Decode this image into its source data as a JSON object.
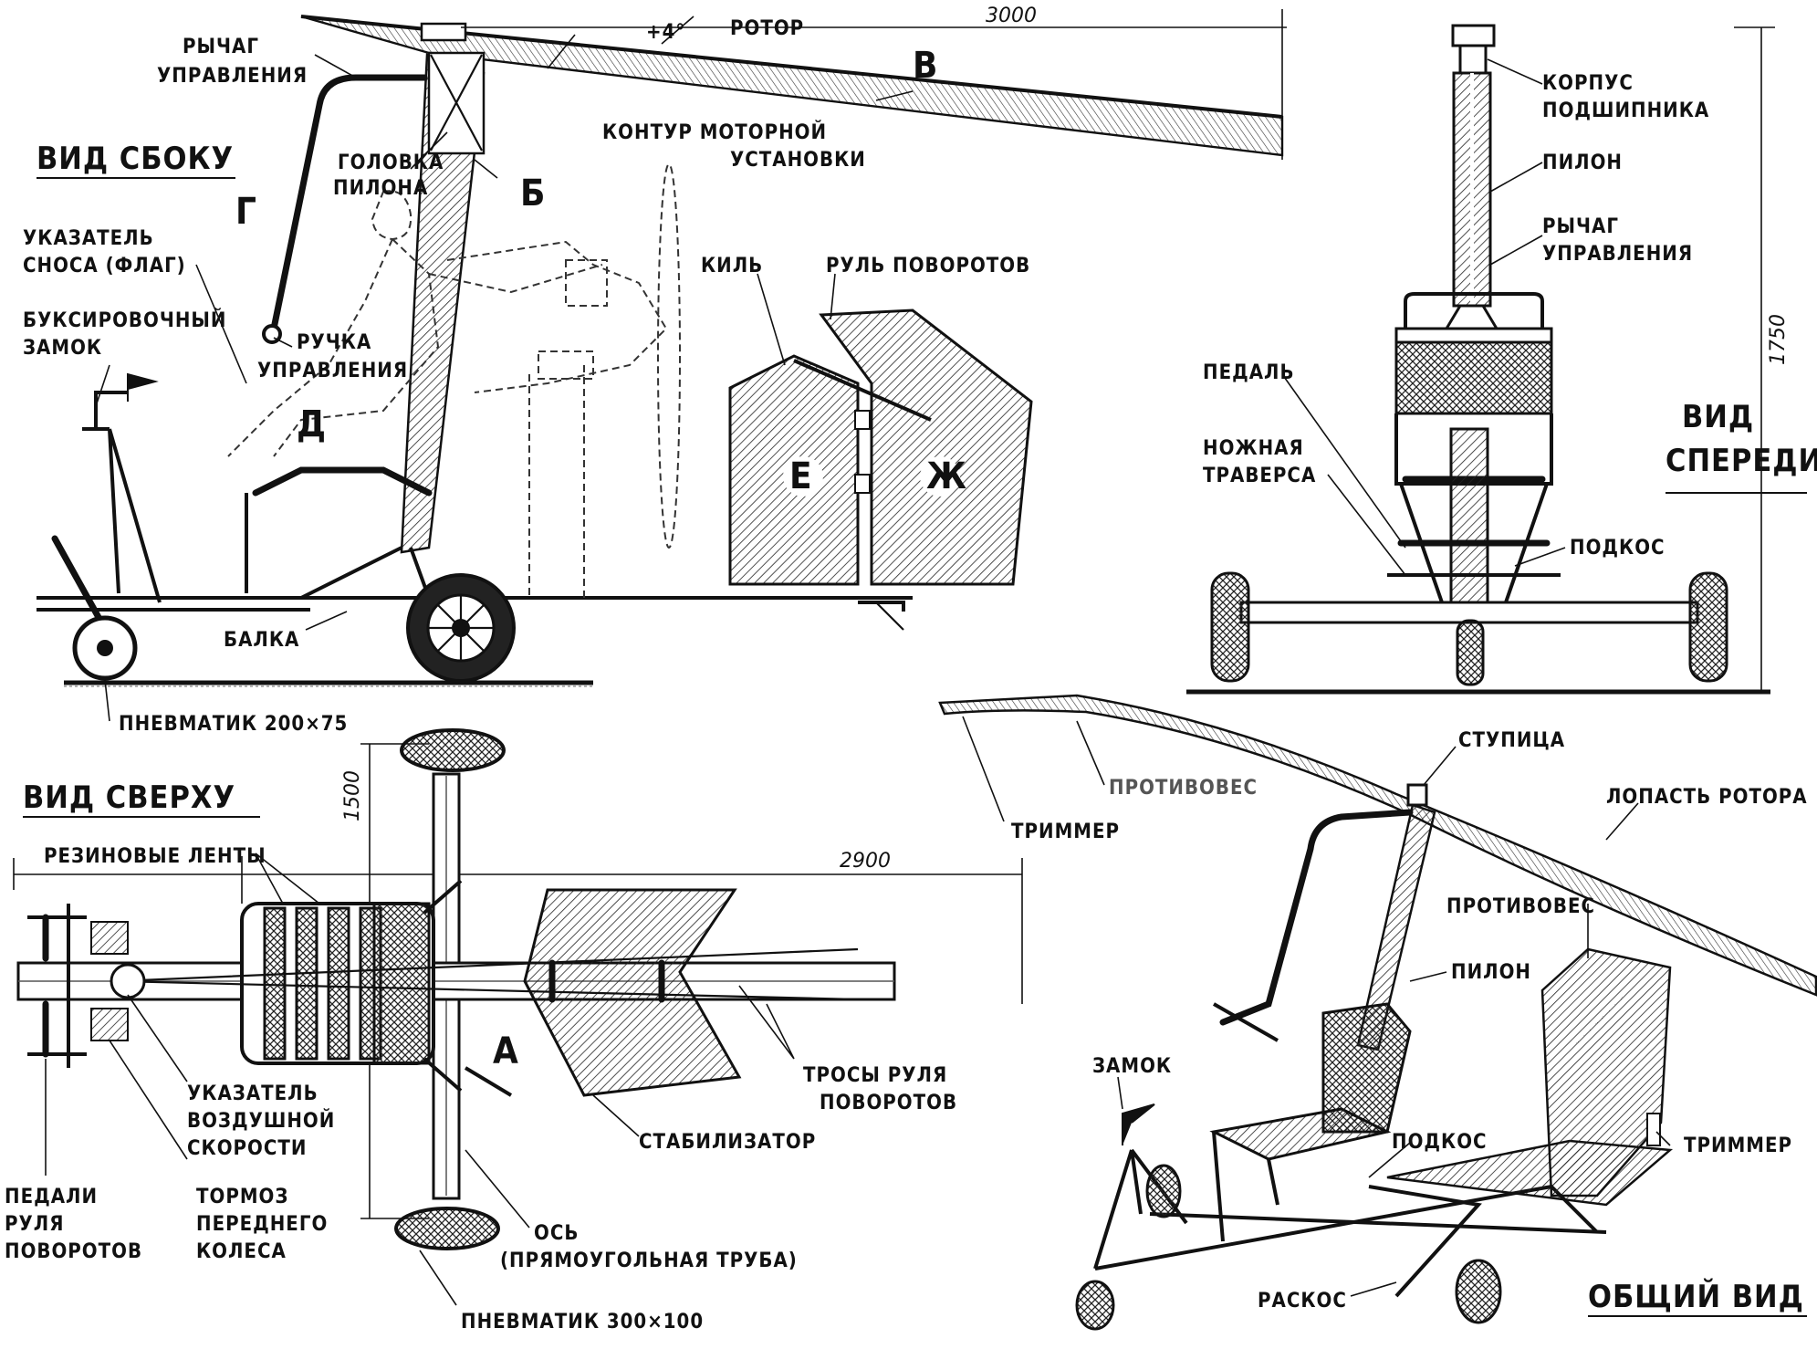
{
  "side_view": {
    "title": "ВИД СБОКУ",
    "rotor": "РОТОР",
    "angle": "+4°",
    "dim_rotor": "3000",
    "control_lever": [
      "РЫЧАГ",
      "УПРАВЛЕНИЯ"
    ],
    "engine_contour": [
      "КОНТУР МОТОРНОЙ",
      "УСТАНОВКИ"
    ],
    "pylon_head": [
      "ГОЛОВКА",
      "ПИЛОНА"
    ],
    "drift_indicator": [
      "УКАЗАТЕЛЬ",
      "СНОСА (ФЛАГ)"
    ],
    "tow_lock": [
      "БУКСИРОВОЧНЫЙ",
      "ЗАМОК"
    ],
    "control_stick": [
      "РУЧКА",
      "УПРАВЛЕНИЯ"
    ],
    "fin": "КИЛЬ",
    "rudder": "РУЛЬ ПОВОРОТОВ",
    "beam": "БАЛКА",
    "tire": "ПНЕВМАТИК 200×75",
    "letters": {
      "b": "Б",
      "v": "В",
      "g": "Г",
      "d": "Д",
      "e": "Е",
      "zh": "Ж"
    }
  },
  "front_view": {
    "title": [
      "ВИД",
      "СПЕРЕДИ"
    ],
    "bearing_housing": [
      "КОРПУС",
      "ПОДШИПНИКА"
    ],
    "pylon": "ПИЛОН",
    "control_lever": [
      "РЫЧАГ",
      "УПРАВЛЕНИЯ"
    ],
    "pedal": "ПЕДАЛЬ",
    "foot_crossbar": [
      "НОЖНАЯ",
      "ТРАВЕРСА"
    ],
    "strut": "ПОДКОС",
    "dim_height": "1750"
  },
  "top_view": {
    "title": "ВИД СВЕРХУ",
    "rubber_bands": "РЕЗИНОВЫЕ ЛЕНТЫ",
    "dim_length": "2900",
    "dim_width": "1500",
    "letter_a": "А",
    "airspeed_indicator": [
      "УКАЗАТЕЛЬ",
      "ВОЗДУШНОЙ",
      "СКОРОСТИ"
    ],
    "front_brake": [
      "ТОРМОЗ",
      "ПЕРЕДНЕГО",
      "КОЛЕСА"
    ],
    "rudder_pedals": [
      "ПЕДАЛИ",
      "РУЛЯ",
      "ПОВОРОТОВ"
    ],
    "rudder_cables": [
      "ТРОСЫ РУЛЯ",
      "ПОВОРОТОВ"
    ],
    "stabilizer": "СТАБИЛИЗАТОР",
    "axle": [
      "ОСЬ",
      "(ПРЯМОУГОЛЬНАЯ ТРУБА)"
    ],
    "tire": "ПНЕВМАТИК 300×100"
  },
  "general_view": {
    "title": "ОБЩИЙ ВИД",
    "hub": "СТУПИЦА",
    "counterweight": "ПРОТИВОВЕС",
    "trimmer": "ТРИММЕР",
    "rotor_blade": "ЛОПАСТЬ РОТОРА",
    "counterweight2": "ПРОТИВОВЕС",
    "pylon": "ПИЛОН",
    "lock": "ЗАМОК",
    "strut": "ПОДКОС",
    "trimmer2": "ТРИММЕР",
    "brace": "РАСКОС"
  }
}
